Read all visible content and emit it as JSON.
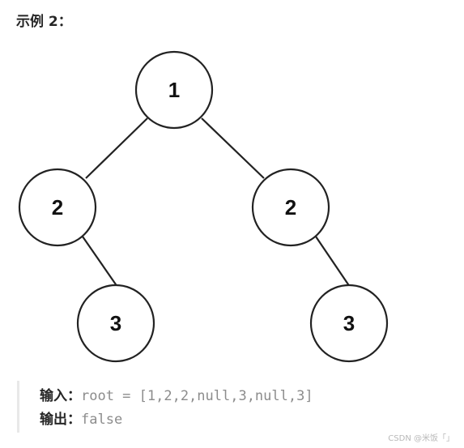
{
  "heading": "示例 2：",
  "tree": {
    "nodes": [
      {
        "id": "n1",
        "value": "1"
      },
      {
        "id": "n2",
        "value": "2"
      },
      {
        "id": "n3",
        "value": "2"
      },
      {
        "id": "n4",
        "value": "3"
      },
      {
        "id": "n5",
        "value": "3"
      }
    ],
    "edges": [
      [
        "n1",
        "n2"
      ],
      [
        "n1",
        "n3"
      ],
      [
        "n2",
        "n4"
      ],
      [
        "n3",
        "n5"
      ]
    ]
  },
  "example": {
    "input_label": "输入：",
    "input_value": "root = [1,2,2,null,3,null,3]",
    "output_label": "输出：",
    "output_value": "false"
  },
  "watermark": "CSDN @米饭「」"
}
